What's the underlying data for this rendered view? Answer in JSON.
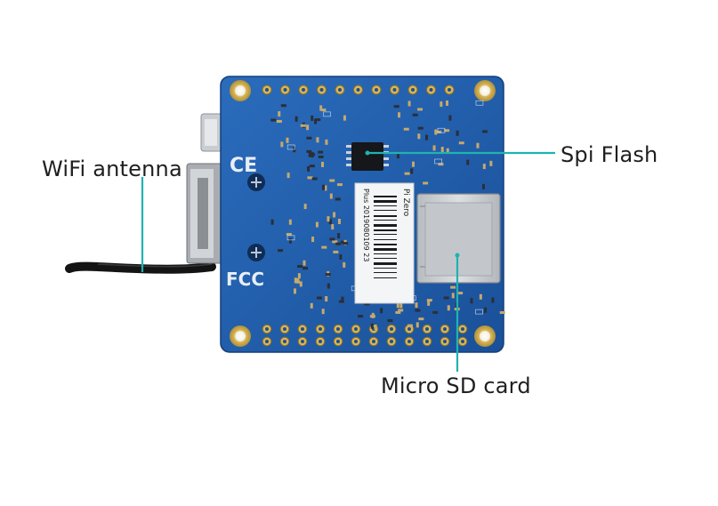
{
  "figure": {
    "board": {
      "sticker_lines": [
        "Pi Zero",
        "Plus 2019080109 23"
      ],
      "silkscreen": {
        "ce_mark": "CE",
        "fcc_mark": "FCC"
      }
    },
    "callouts": [
      {
        "id": "wifi",
        "label": "WiFi antenna"
      },
      {
        "id": "spi",
        "label": "Spi Flash"
      },
      {
        "id": "sd",
        "label": "Micro SD card"
      }
    ],
    "colors": {
      "board": "#1f5fae",
      "leader_line": "#1fb3b0",
      "label_text": "#1f1f1f",
      "antenna_cable": "#141414",
      "sd_slot": "#c9ccd0",
      "gold_pad": "#d7b65a"
    }
  }
}
